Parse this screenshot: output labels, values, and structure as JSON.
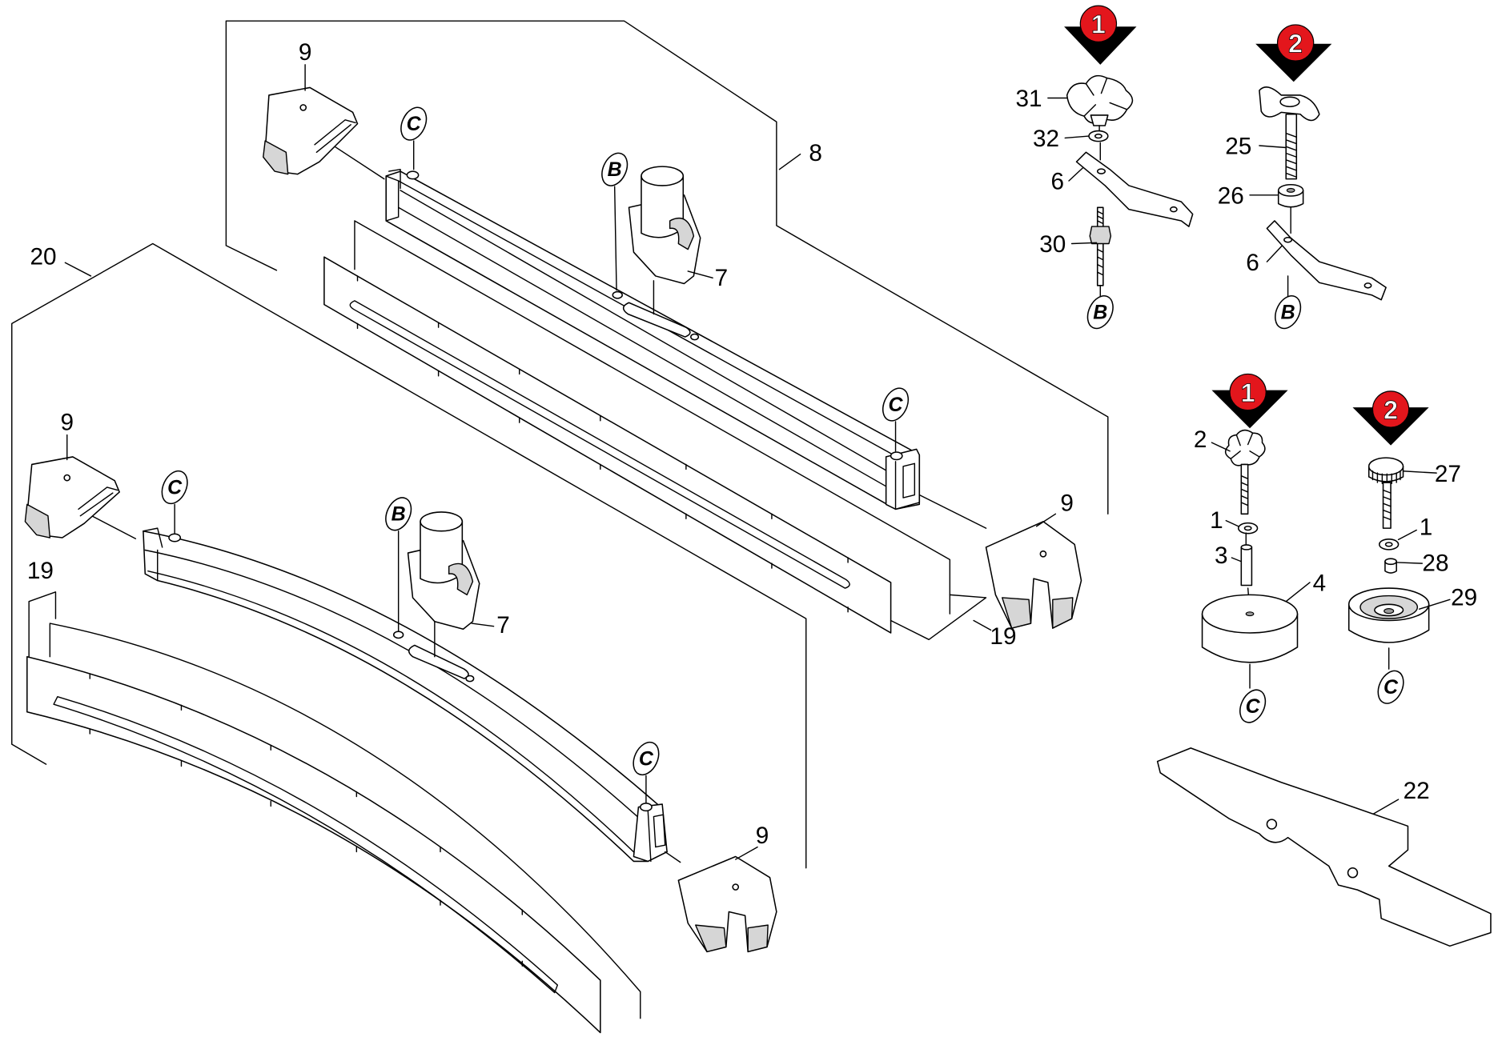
{
  "upper_assembly": {
    "end_cap_left": "9",
    "frame": "8",
    "callout_c_left": "C",
    "callout_b": "B",
    "clamp": "7",
    "callout_c_right": "C",
    "end_cap_right": "9",
    "strip": "19"
  },
  "lower_assembly": {
    "frame": "20",
    "end_cap_left": "9",
    "callout_c_left": "C",
    "callout_b": "B",
    "clamp": "7",
    "strip": "19",
    "callout_c_right": "C",
    "end_cap_right": "9"
  },
  "knob_option_1": {
    "marker": "1",
    "knob": "31",
    "washer": "32",
    "bracket": "6",
    "stud": "30",
    "callout": "B"
  },
  "knob_option_2": {
    "marker": "2",
    "wing_bolt": "25",
    "spacer": "26",
    "bracket": "6",
    "callout": "B"
  },
  "foot_option_1": {
    "marker": "1",
    "knob": "2",
    "washer": "1",
    "pin": "3",
    "foot": "4",
    "callout": "C"
  },
  "foot_option_2": {
    "marker": "2",
    "knob": "27",
    "washer": "1",
    "insert": "28",
    "foot": "29",
    "callout": "C"
  },
  "template": {
    "plate": "22"
  },
  "colors": {
    "marker_red": "#e3161c",
    "marker_arrow": "#000000"
  }
}
